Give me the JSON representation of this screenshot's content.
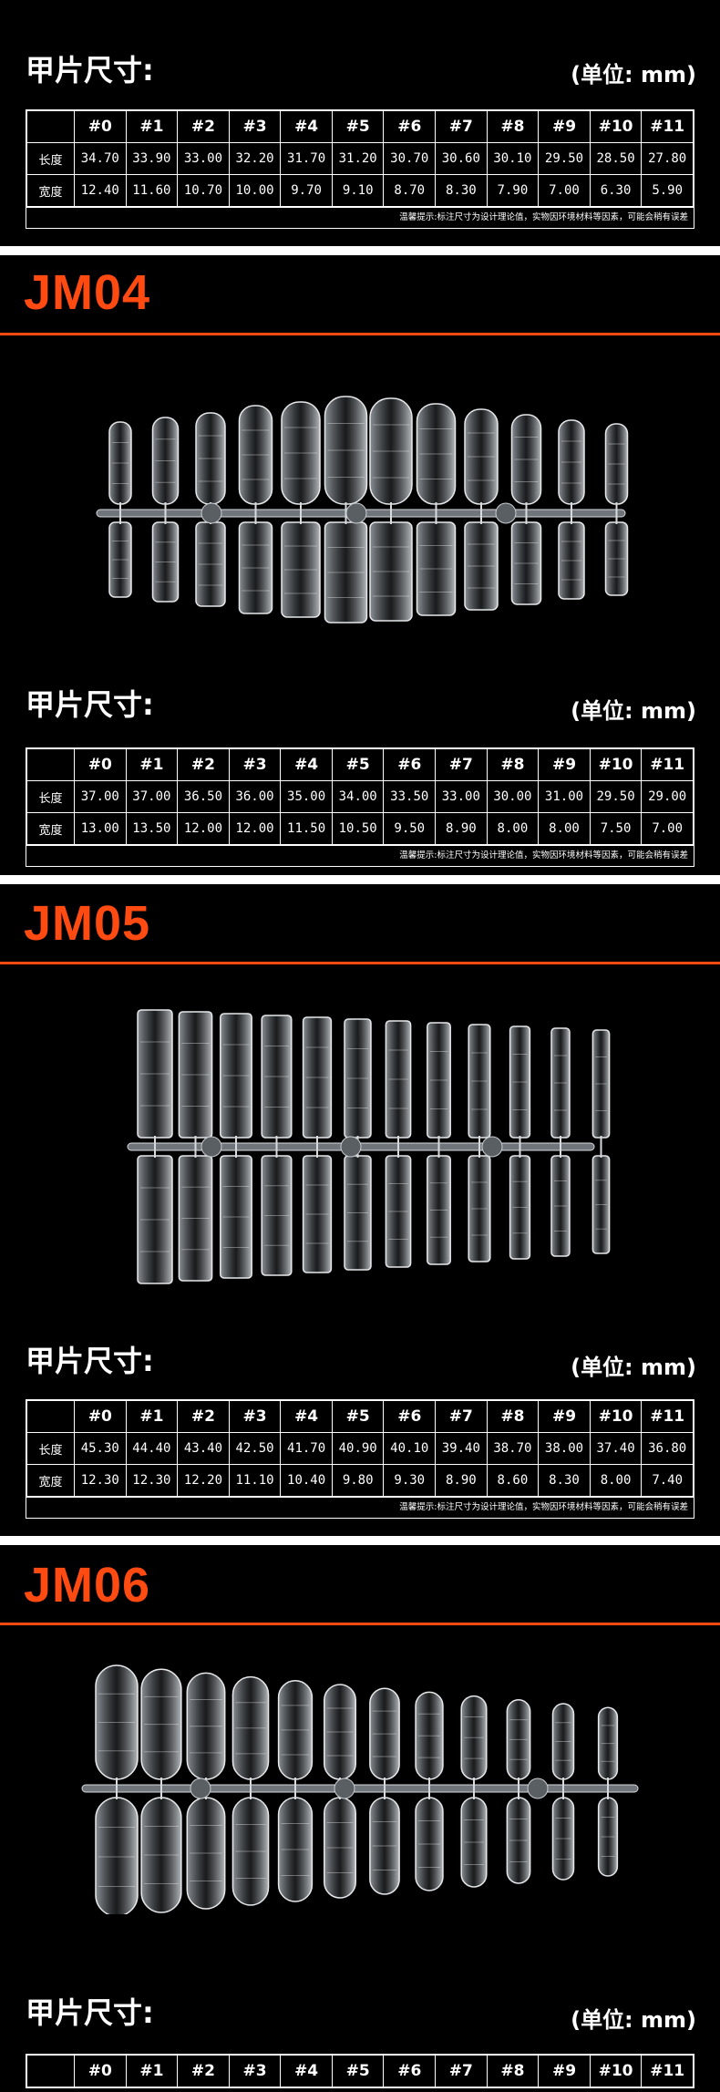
{
  "labels": {
    "size": "甲片尺寸:",
    "unit": "(单位: mm)",
    "length": "长度",
    "width": "宽度",
    "note": "温馨提示:标注尺寸为设计理论值，实物因环境材料等因素，可能会稍有误差"
  },
  "columns": [
    "#0",
    "#1",
    "#2",
    "#3",
    "#4",
    "#5",
    "#6",
    "#7",
    "#8",
    "#9",
    "#10",
    "#11"
  ],
  "sections": [
    {
      "title": "",
      "length": [
        "34.70",
        "33.90",
        "33.00",
        "32.20",
        "31.70",
        "31.20",
        "30.70",
        "30.60",
        "30.10",
        "29.50",
        "28.50",
        "27.80"
      ],
      "width": [
        "12.40",
        "11.60",
        "10.70",
        "10.00",
        "9.70",
        "9.10",
        "8.70",
        "8.30",
        "7.90",
        "7.00",
        "6.30",
        "5.90"
      ]
    },
    {
      "title": "JM04",
      "length": [
        "37.00",
        "37.00",
        "36.50",
        "36.00",
        "35.00",
        "34.00",
        "33.50",
        "33.00",
        "30.00",
        "31.00",
        "29.50",
        "29.00"
      ],
      "width": [
        "13.00",
        "13.50",
        "12.00",
        "12.00",
        "11.50",
        "10.50",
        "9.50",
        "8.90",
        "8.00",
        "8.00",
        "7.50",
        "7.00"
      ]
    },
    {
      "title": "JM05",
      "length": [
        "45.30",
        "44.40",
        "43.40",
        "42.50",
        "41.70",
        "40.90",
        "40.10",
        "39.40",
        "38.70",
        "38.00",
        "37.40",
        "36.80"
      ],
      "width": [
        "12.30",
        "12.30",
        "12.20",
        "11.10",
        "10.40",
        "9.80",
        "9.30",
        "8.90",
        "8.60",
        "8.30",
        "8.00",
        "7.40"
      ]
    },
    {
      "title": "JM06"
    }
  ]
}
